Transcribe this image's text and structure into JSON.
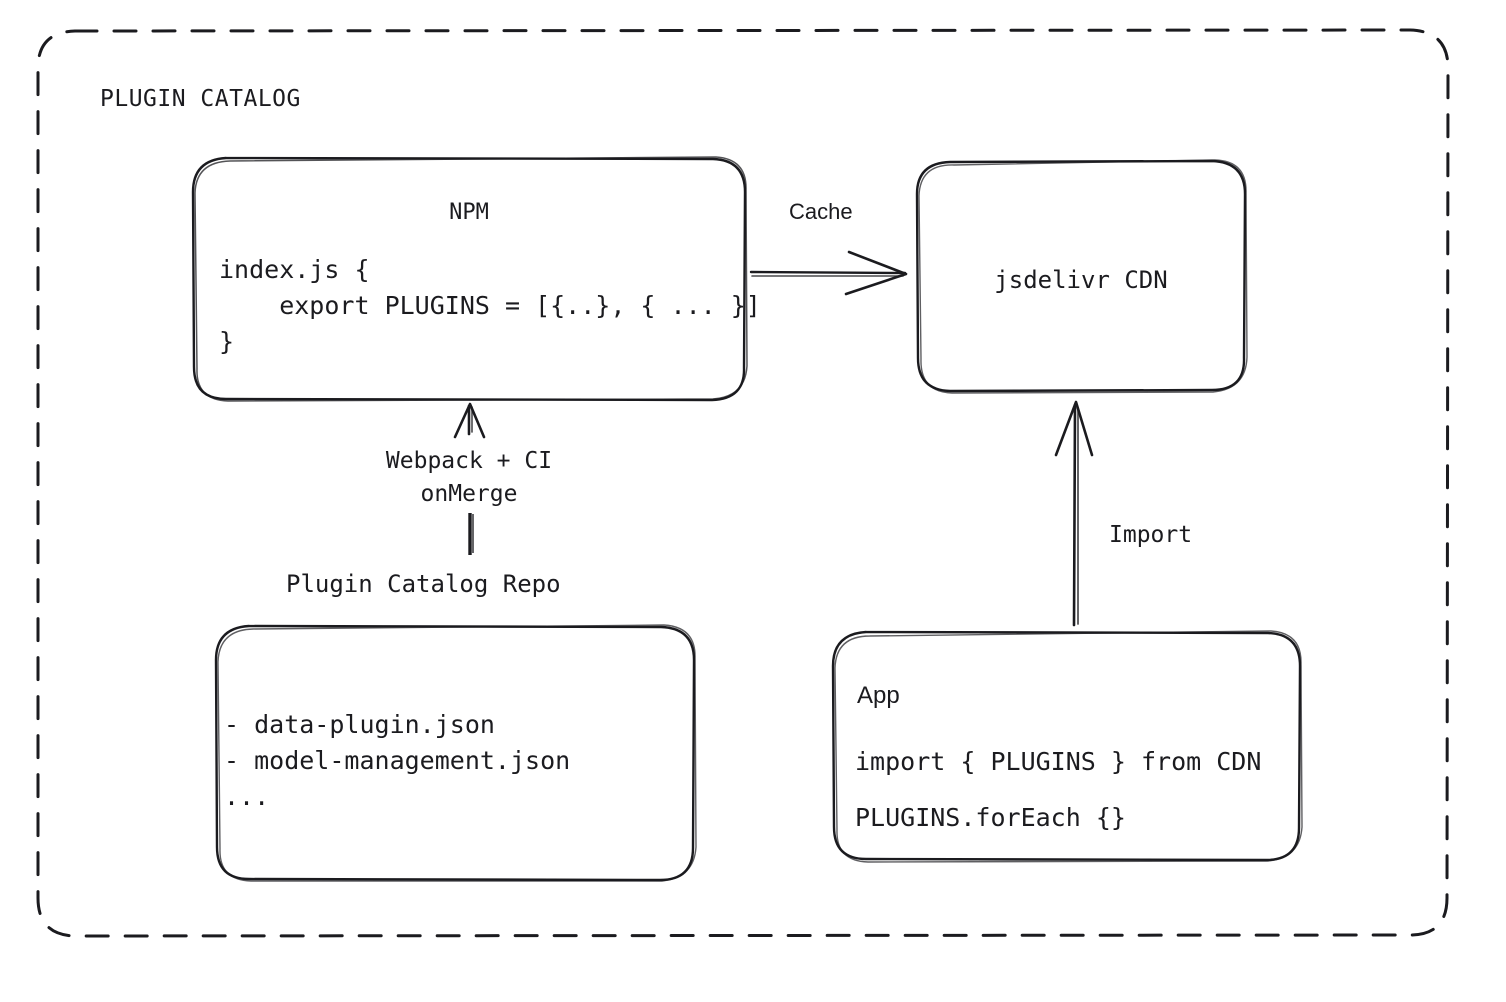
{
  "diagram": {
    "title": "PLUGIN CATALOG",
    "background_color": "#ffffff",
    "stroke_color": "#1b1b1f",
    "style": "hand-drawn"
  },
  "nodes": {
    "npm": {
      "title": "NPM",
      "code_lines": [
        "index.js {",
        "    export PLUGINS = [{..}, { ... }]",
        "}"
      ]
    },
    "cdn": {
      "title": "jsdelivr CDN"
    },
    "repo": {
      "caption": "Plugin Catalog Repo",
      "file_lines": [
        "- data-plugin.json",
        "- model-management.json",
        "..."
      ]
    },
    "app": {
      "title": "App",
      "code_lines": [
        "import { PLUGINS } from CDN",
        "PLUGINS.forEach {}"
      ]
    }
  },
  "edges": {
    "npm_to_cdn": {
      "label": "Cache"
    },
    "repo_to_npm": {
      "label_line1": "Webpack + CI",
      "label_line2": "onMerge"
    },
    "app_to_cdn": {
      "label": "Import"
    }
  }
}
